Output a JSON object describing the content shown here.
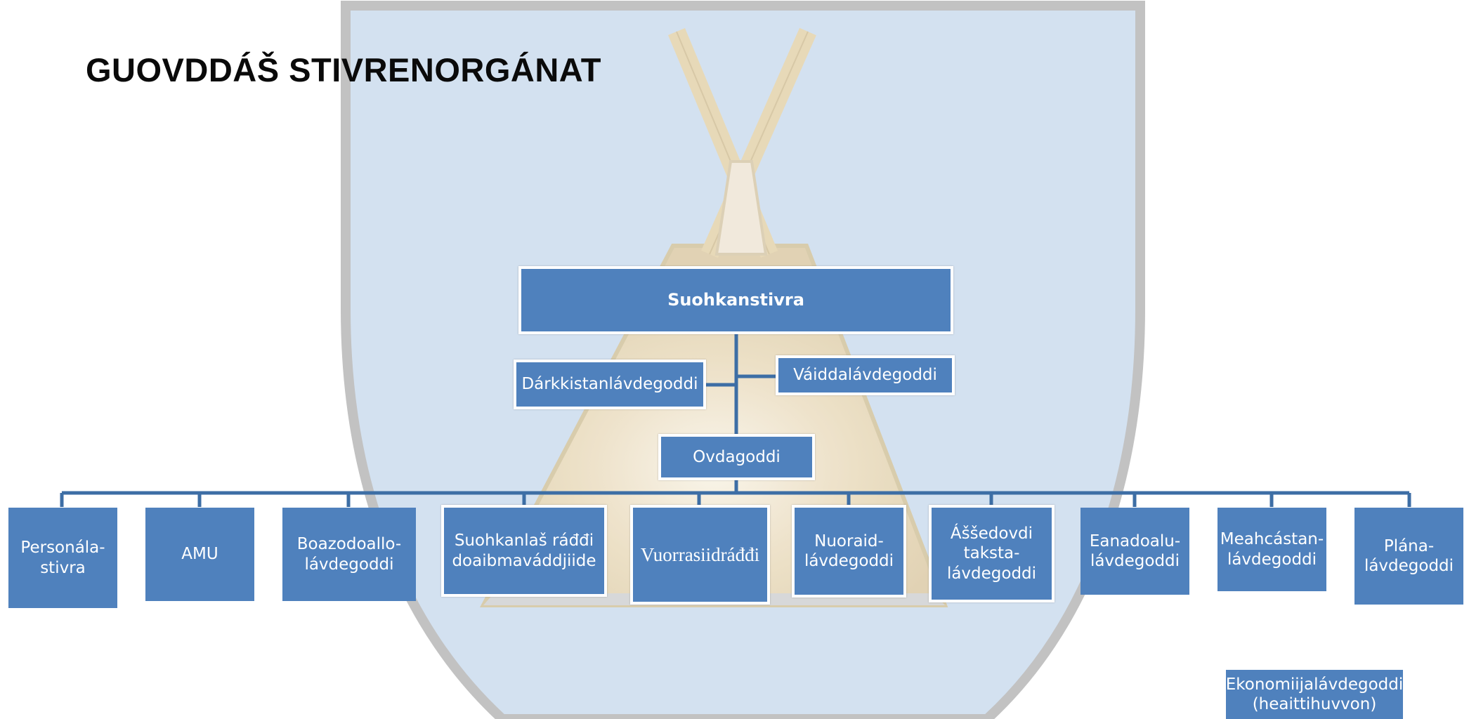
{
  "title": "GUOVDDÁŠ STIVRENORGÁNAT",
  "nodes": {
    "suohkanstivra": "Suohkanstivra",
    "darkkistanlavdegoddi": "Dárkkistanlávdegoddi",
    "vaiddalavdegoddi": "Váiddalávdegoddi",
    "ovdagoddi": "Ovdagoddi",
    "personalastivra": "Personála-\nstivra",
    "amu": "AMU",
    "boazodoallolavdegoddi": "Boazodoallo-\nlávdegoddi",
    "suohkanlas_raddi": "Suohkanlaš ráđđi\ndoaibmaváddjiide",
    "vuorrasiidraddi": "Vuorrasiidráđđi",
    "nuoraidlavdegoddi": "Nuoraid-\nlávdegoddi",
    "assedovdi": "Áššedovdi\ntaksta-\nlávdegoddi",
    "eanadoalulavdegoddi": "Eanadoalu-\nlávdegoddi",
    "meahcastanlavdegoddi": "Meahcástan-\nlávdegoddi",
    "planalavdegoddi": "Plána-\nlávdegoddi",
    "ekonomiijalavdegoddi": "Ekonomiijalávdegoddi\n(heaittihuvvon)"
  },
  "colors": {
    "box_fill": "#4f81bd",
    "box_text": "#ffffff",
    "connector": "#3d6ea5",
    "shield_fill": "#d3e1f0",
    "shield_edge": "#c2c2c2",
    "tent": "#eee0c2"
  }
}
